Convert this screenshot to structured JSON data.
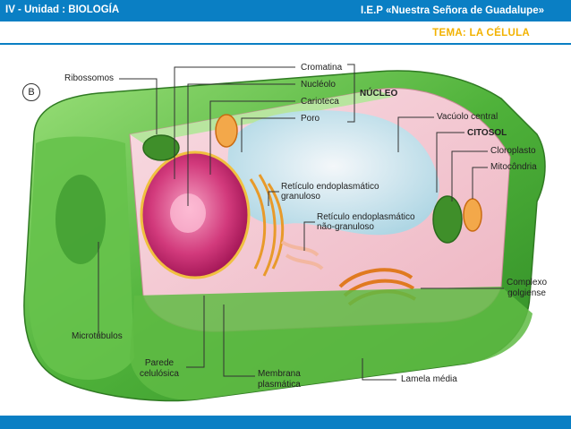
{
  "header": {
    "left_title": "IV - Unidad : BIOLOGÍA",
    "right_title": "I.E.P «Nuestra Señora de Guadalupe»",
    "topic": "TEMA: LA CÉLULA"
  },
  "figure": {
    "panel_letter": "B",
    "labels": {
      "ribossomos": "Ribossomos",
      "cromatina": "Cromatina",
      "nucleolo": "Nucléolo",
      "carioteca": "Carioteca",
      "poro": "Poro",
      "nucleo": "NÚCLEO",
      "vacuolo": "Vacúolo central",
      "citosol": "CITOSOL",
      "cloroplasto": "Cloroplasto",
      "mitocondria": "Mitocôndria",
      "reg_1": "Retículo endoplasmático",
      "reg_2": "granuloso",
      "reng_1": "Retículo endoplasmático",
      "reng_2": "não-granuloso",
      "golgi_1": "Complexo",
      "golgi_2": "golgiense",
      "microtubulos": "Microtúbulos",
      "parede_1": "Parede",
      "parede_2": "celulósica",
      "membrana_1": "Membrana",
      "membrana_2": "plasmática",
      "lamela": "Lamela média"
    }
  },
  "colors": {
    "bar_blue": "#0a7fc4",
    "topic_yellow": "#f2b200",
    "wall_green": "#4fb23a",
    "cytoplasm_pink": "#f3c6cf",
    "nucleus_magenta": "#c2185b",
    "vacuole_blue": "#bfe3ee"
  }
}
